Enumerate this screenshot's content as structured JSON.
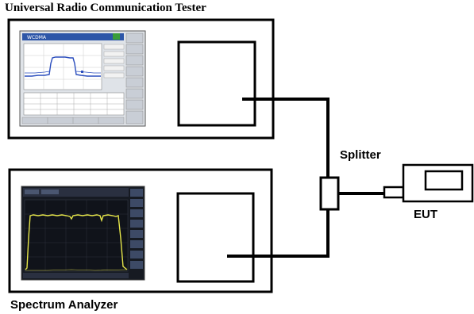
{
  "labels": {
    "tester": "Universal Radio Communication Tester",
    "splitter": "Splitter",
    "eut": "EUT",
    "spectrum_analyzer": "Spectrum Analyzer"
  },
  "tester_screen": {
    "title": "WCDMA",
    "trace_color": "#2a4dbd",
    "header_color": "#2d56a8"
  },
  "analyzer_screen": {
    "trace_color": "#e6e64a",
    "background_color": "#161a22"
  },
  "colors": {
    "line": "#000000"
  }
}
